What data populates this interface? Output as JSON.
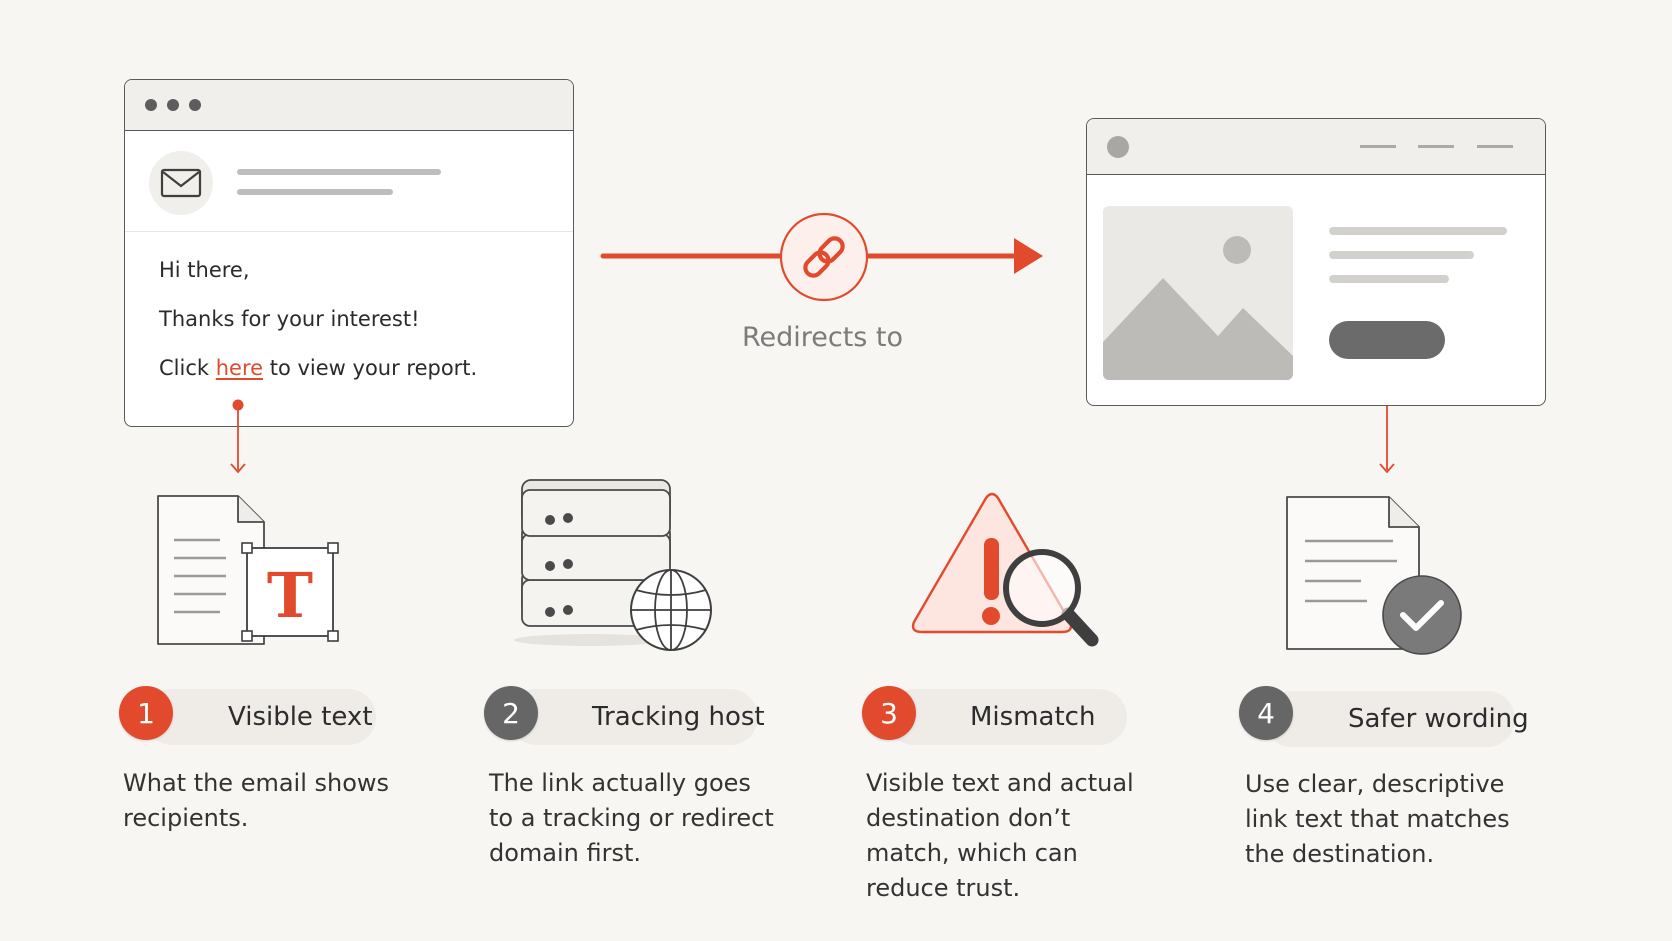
{
  "colors": {
    "accent": "#e24a2e",
    "grey_badge": "#666666",
    "outline": "#5a5a5a",
    "background": "#f8f6f3"
  },
  "email": {
    "greeting": "Hi there,",
    "line2": "Thanks for your interest!",
    "line3_before": "Click ",
    "link_text": "here",
    "line3_after": " to view your report."
  },
  "redirect": {
    "label": "Redirects to",
    "icon": "link-icon"
  },
  "steps": [
    {
      "number": "1",
      "label": "Visible text",
      "description": "What the email shows recipients.",
      "icon": "text-document-icon"
    },
    {
      "number": "2",
      "label": "Tracking host",
      "description": "The link actually goes to a tracking or redirect domain first.",
      "icon": "server-globe-icon"
    },
    {
      "number": "3",
      "label": "Mismatch",
      "description": "Visible text and actual destination don’t match, which can reduce trust.",
      "icon": "warning-magnifier-icon"
    },
    {
      "number": "4",
      "label": "Safer wording",
      "description": "Use clear, descriptive link text that matches the destination.",
      "icon": "document-check-icon"
    }
  ]
}
